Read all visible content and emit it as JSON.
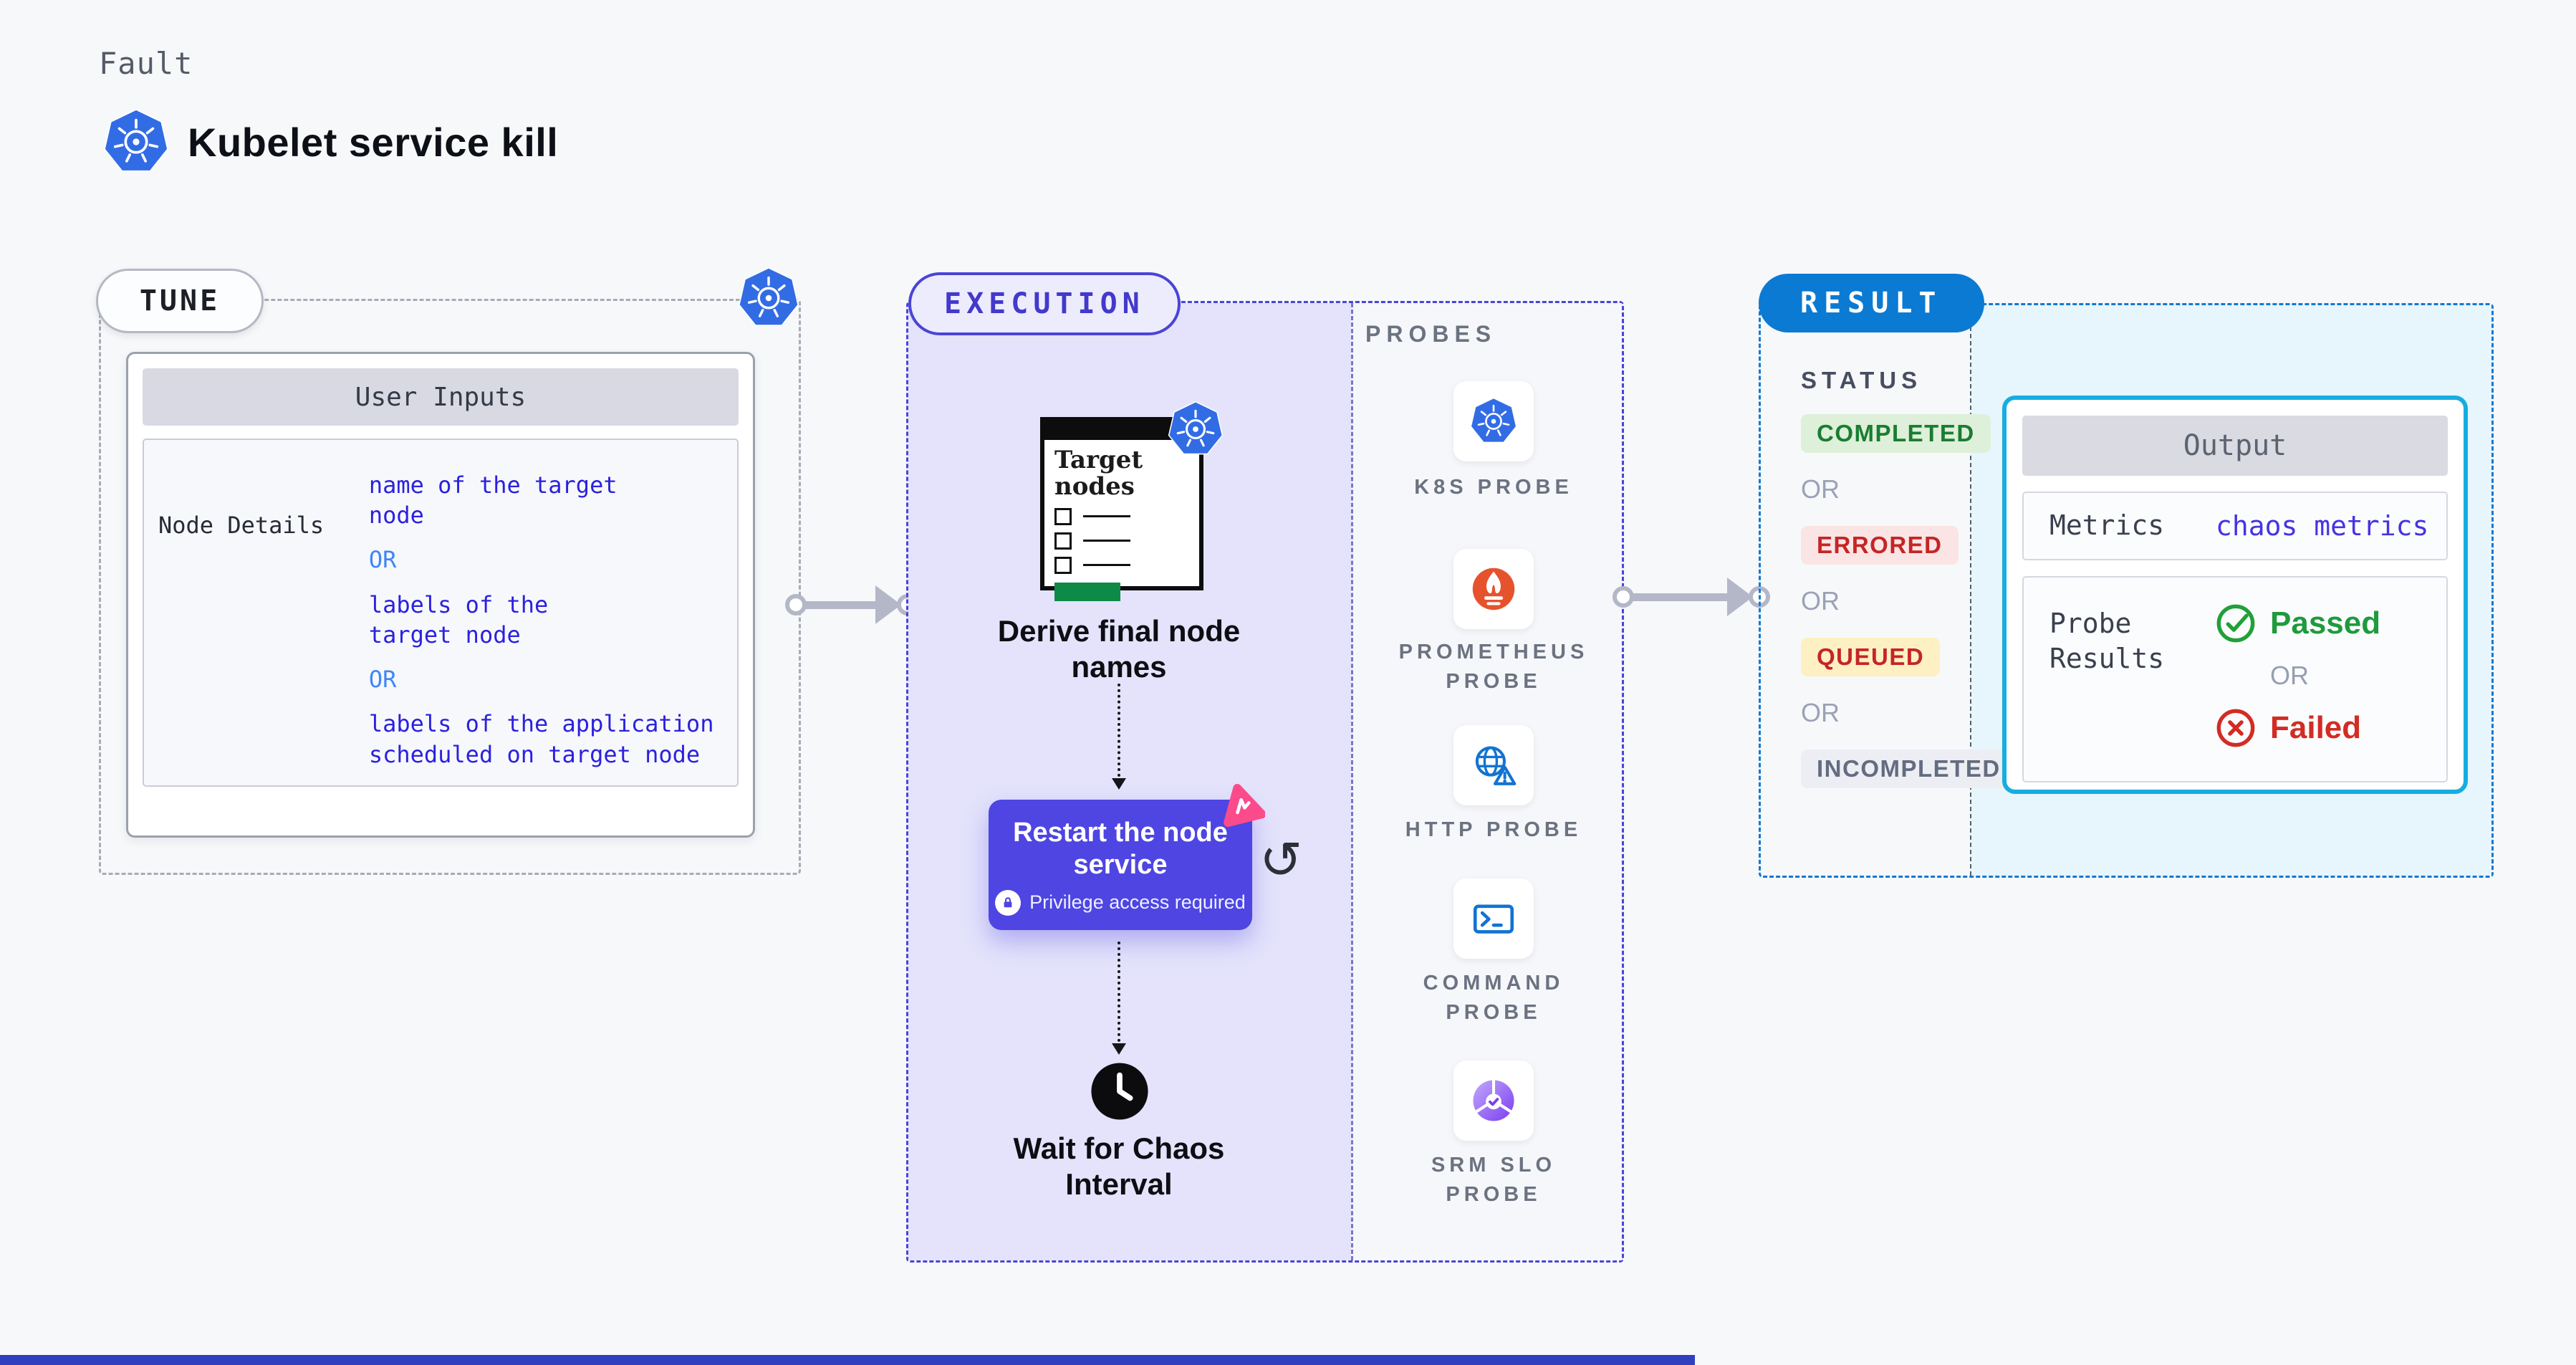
{
  "header": {
    "kicker": "Fault",
    "title": "Kubelet service kill",
    "icon": "kubernetes-logo"
  },
  "tune": {
    "badge": "TUNE",
    "corner_icon": "kubernetes-logo",
    "user_inputs": {
      "header": "User Inputs",
      "rows": [
        {
          "label": "Node Details",
          "separator": "OR",
          "options": [
            "name of the target\nnode",
            "labels of the\ntarget node",
            "labels of the application\n scheduled on target node"
          ]
        }
      ]
    }
  },
  "execution": {
    "badge": "EXECUTION",
    "steps": [
      {
        "type": "card",
        "title": "Target nodes",
        "icon": "kubernetes-logo",
        "caption": "Derive final node\nnames"
      },
      {
        "type": "action",
        "title": "Restart the node\nservice",
        "chip": "Privilege access required",
        "chip_icon": "lock-icon",
        "corner_icon": "litmus-chaos-icon",
        "side_icon": "retry-loop-icon",
        "loop_glyph": "↺"
      },
      {
        "type": "wait",
        "icon": "clock-icon",
        "caption": "Wait for Chaos\nInterval"
      }
    ]
  },
  "probes": {
    "label": "PROBES",
    "items": [
      {
        "label": "K8S PROBE",
        "icon": "kubernetes-probe-icon"
      },
      {
        "label": "PROMETHEUS\nPROBE",
        "icon": "prometheus-probe-icon"
      },
      {
        "label": "HTTP PROBE",
        "icon": "http-probe-icon"
      },
      {
        "label": "COMMAND\nPROBE",
        "icon": "command-probe-icon"
      },
      {
        "label": "SRM SLO\nPROBE",
        "icon": "srm-slo-probe-icon"
      }
    ]
  },
  "result": {
    "badge": "RESULT",
    "status_label": "STATUS",
    "or_label": "OR",
    "statuses": [
      {
        "label": "COMPLETED",
        "color": "#1a7d31",
        "bg": "#def0d9"
      },
      {
        "label": "ERRORED",
        "color": "#c52525",
        "bg": "#fbe4e4"
      },
      {
        "label": "QUEUED",
        "color": "#c52525",
        "bg": "#fdf0c2"
      },
      {
        "label": "INCOMPLETED",
        "color": "#646c80",
        "bg": "#eceef4"
      }
    ],
    "output": {
      "header": "Output",
      "metrics_label": "Metrics",
      "metrics_value": "chaos metrics",
      "probe_label": "Probe\nResults",
      "passed": "Passed",
      "failed": "Failed",
      "or": "OR"
    }
  },
  "colors": {
    "accent_indigo": "#4b44d6",
    "accent_blue": "#0b7ad3",
    "accent_cyan": "#17ade0",
    "lavender": "#e4e3fb",
    "option_blue": "#2b21df",
    "or_blue": "#3f86f7",
    "arrow_gray": "#b4b7c8",
    "k8s_blue": "#326ce5",
    "prometheus_orange": "#e6522c",
    "litmus_pink": "#fb4b8b",
    "action_indigo": "#4e45e2",
    "passed_green": "#21a038",
    "failed_red": "#d22c24"
  }
}
